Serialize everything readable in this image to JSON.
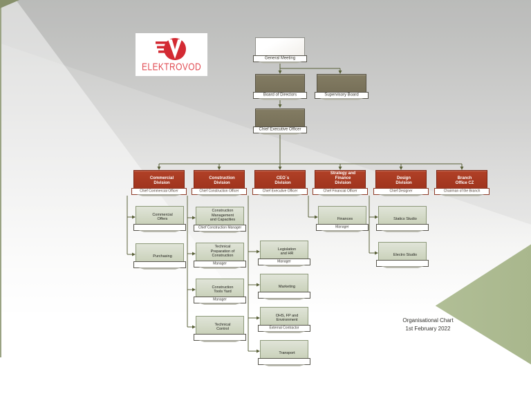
{
  "logo": {
    "name": "ELEKTROVOD",
    "monogram": "EV"
  },
  "colors": {
    "accent_red": "#a63a21",
    "olive": "#79725a",
    "unit_green": "#ccd4bb",
    "connector_olive": "#596038",
    "corner_green": "#a9b78d",
    "logo_red": "#d32a33"
  },
  "top": {
    "general_meeting": "General Meeting",
    "board": "Board of Directors",
    "supervisory": "Supervisory Board",
    "ceo": "Chief Executive Officer"
  },
  "divisions": [
    {
      "title": "Commercial\nDivision",
      "officer": "Chief Commercial Officer"
    },
    {
      "title": "Construction\nDivision",
      "officer": "Chief Construction Officer"
    },
    {
      "title": "CEO´s\nDivision",
      "officer": "Chief Executive Officer"
    },
    {
      "title": "Strategy and\nFinance\nDivision",
      "officer": "Chief Financial Officer"
    },
    {
      "title": "Design\nDivision",
      "officer": "Chief Designer"
    },
    {
      "title": "Branch\nOffice CZ",
      "officer": "Chairman of the Branch"
    }
  ],
  "units": {
    "commercial": [
      {
        "label": "Commercial\nOffers",
        "band": ""
      },
      {
        "label": "Purchasing",
        "band": ""
      }
    ],
    "construction": [
      {
        "label": "Construction\nManagement\nand Capacities",
        "band": "Chief Construction Manager"
      },
      {
        "label": "Technical\nPreparation of\nConstruction",
        "band": "Manager"
      },
      {
        "label": "Construction\nTools Yard",
        "band": "Manager"
      },
      {
        "label": "Technical\nControl",
        "band": ""
      }
    ],
    "ceo": [
      {
        "label": "Legislation\nand HR",
        "band": "Manager"
      },
      {
        "label": "Marketing",
        "band": ""
      },
      {
        "label": "OHS, FP and\nEnvironment",
        "band": "External Contractor"
      },
      {
        "label": "Transport",
        "band": ""
      }
    ],
    "finance": [
      {
        "label": "Finances",
        "band": "Manager"
      }
    ],
    "design": [
      {
        "label": "Statics Studio",
        "band": ""
      },
      {
        "label": "Electro Studio",
        "band": ""
      }
    ]
  },
  "footer": {
    "line1": "Organisational Chart",
    "line2": "1st February 2022"
  }
}
